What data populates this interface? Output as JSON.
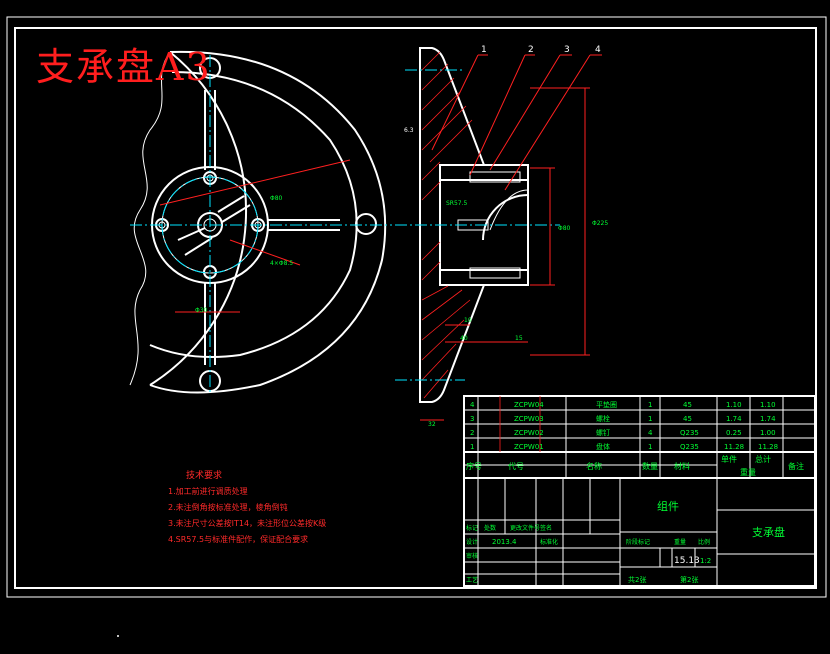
{
  "title": "支承盘A3",
  "callouts": [
    "1",
    "2",
    "3",
    "4"
  ],
  "tech_notes": {
    "heading": "技术要求",
    "items": [
      "1.加工前进行调质处理",
      "2.未注倒角按标准处理，棱角倒钝",
      "3.未注尺寸公差按IT14，未注形位公差按K级",
      "4.SR57.5与标准件配作，保证配合要求"
    ]
  },
  "bom": {
    "rows": [
      {
        "seq": "4",
        "code": "ZCPW04",
        "name": "平垫圈",
        "qty": "1",
        "material": "45",
        "w1": "1.10",
        "w2": "1.10"
      },
      {
        "seq": "3",
        "code": "ZCPW03",
        "name": "螺栓",
        "qty": "1",
        "material": "45",
        "w1": "1.74",
        "w2": "1.74"
      },
      {
        "seq": "2",
        "code": "ZCPW02",
        "name": "螺钉",
        "qty": "4",
        "material": "Q235",
        "w1": "0.25",
        "w2": "1.00"
      },
      {
        "seq": "1",
        "code": "ZCPW01",
        "name": "盘体",
        "qty": "1",
        "material": "Q235",
        "w1": "11.28",
        "w2": "11.28"
      }
    ],
    "headers": {
      "seq": "序号",
      "code": "代号",
      "name": "名称",
      "qty": "数量",
      "material": "材料",
      "weight_single": "单件",
      "weight_total": "总计",
      "weight": "重量",
      "remark": "备注"
    }
  },
  "title_block": {
    "assembly": "组件",
    "part_name": "支承盘",
    "mark_label": "标记",
    "count_label": "处数",
    "doc_label": "更改文件号",
    "sign_label": "签名",
    "design_label": "设计",
    "date": "2013.4",
    "std_label": "标准化",
    "stage_label": "阶段标记",
    "weight_label": "重量",
    "scale_label": "比例",
    "weight": "15.13",
    "scale": "1:2",
    "review_label": "审核",
    "process_label": "工艺",
    "sheets": "共2张",
    "sheet_no": "第2张"
  },
  "dims": {
    "d_pcd": "Φ80",
    "d_holes": "4×Φ8.5",
    "d_small": "Φ30",
    "sr": "SR57.5",
    "h1": "Φ80",
    "h2": "Φ225",
    "w1": "10",
    "w2": "40",
    "w3": "15",
    "w4": "32",
    "roughness": "6.3"
  }
}
